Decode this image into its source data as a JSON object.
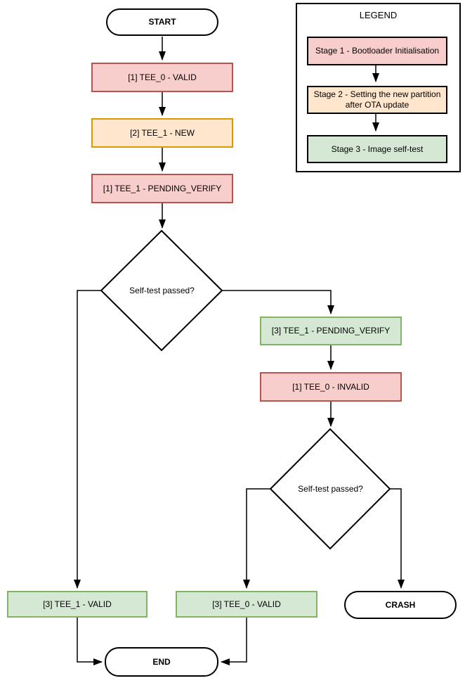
{
  "colors": {
    "stage1_fill": "#f8cecc",
    "stage1_border": "#b85450",
    "stage2_fill": "#ffe6cc",
    "stage2_border": "#d79b00",
    "stage3_fill": "#d5e8d4",
    "stage3_border": "#82b366",
    "line": "#000000",
    "background": "#ffffff"
  },
  "flowchart": {
    "nodes": {
      "start": "START",
      "tee0_valid": "[1] TEE_0 - VALID",
      "tee1_new": "[2] TEE_1 - NEW",
      "tee1_pending_verify": "[1] TEE_1 - PENDING_VERIFY",
      "decision1": "Self-test passed?",
      "tee1_pending_verify_3": "[3] TEE_1 - PENDING_VERIFY",
      "tee0_invalid": "[1] TEE_0 - INVALID",
      "decision2": "Self-test passed?",
      "tee1_valid_3": "[3] TEE_1 - VALID",
      "tee0_valid_3": "[3] TEE_0 - VALID",
      "crash": "CRASH",
      "end": "END"
    }
  },
  "legend": {
    "title": "LEGEND",
    "items": [
      {
        "label": "Stage 1 - Bootloader Initialisation",
        "fill": "#f8cecc"
      },
      {
        "label": "Stage 2 - Setting the new partition after OTA update",
        "fill": "#ffe6cc"
      },
      {
        "label": "Stage 3 - Image self-test",
        "fill": "#d5e8d4"
      }
    ]
  }
}
